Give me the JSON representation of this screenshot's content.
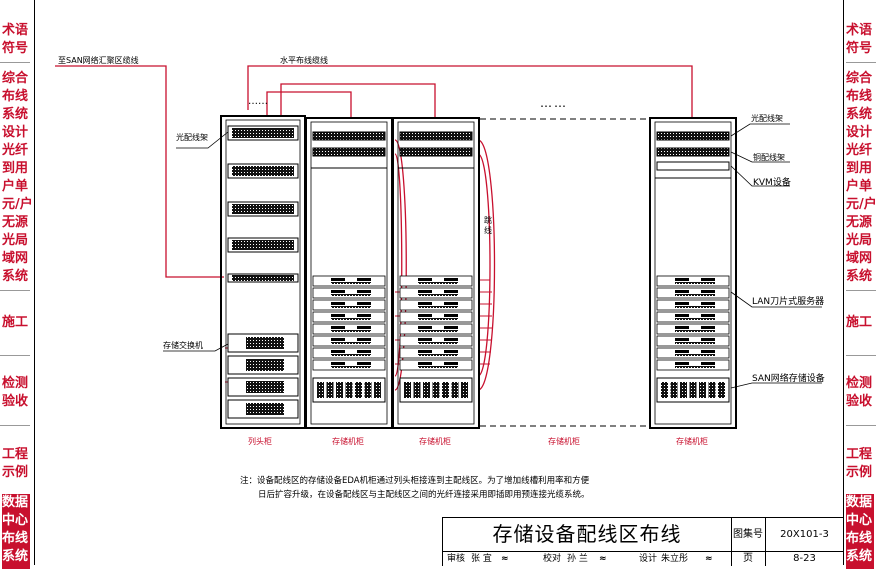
{
  "sidebar_left": {
    "items": [
      {
        "label": "术语\n符号"
      },
      {
        "label": "综合\n布线\n系统\n设计"
      },
      {
        "label": "光纤\n到用\n户单\n元/户"
      },
      {
        "label": "无源\n光局\n域网\n系统"
      },
      {
        "label": "施工"
      },
      {
        "label": "检测\n验收"
      },
      {
        "label": "工程\n示例"
      },
      {
        "label": "数据\n中心\n布线\n系统"
      }
    ],
    "active_index": 7
  },
  "sidebar_right": {
    "items": [
      {
        "label": "术语\n符号"
      },
      {
        "label": "综合\n布线\n系统\n设计"
      },
      {
        "label": "光纤\n到用\n户单\n元/户"
      },
      {
        "label": "无源\n光局\n域网\n系统"
      },
      {
        "label": "施工"
      },
      {
        "label": "检测\n验收"
      },
      {
        "label": "工程\n示例"
      },
      {
        "label": "数据\n中心\n布线\n系统"
      }
    ],
    "active_index": 7
  },
  "diagram": {
    "label_san_cable": "至SAN网络汇聚区缆线",
    "label_horizontal_cable": "水平布线缆线",
    "dots_left": "……",
    "dots_mid": "……",
    "label_fiber_patch_left": "光配线架",
    "label_storage_switch": "存储交换机",
    "label_jumper": "跳线",
    "label_fiber_patch_right": "光配线架",
    "label_copper_patch": "铜配线架",
    "label_kvm": "KVM设备",
    "label_lan_blade": "LAN刀片式服务器",
    "label_san_storage": "SAN网络存储设备",
    "cabinet_labels": [
      "列头柜",
      "存储机柜",
      "存储机柜",
      "存储机柜",
      "存储机柜"
    ]
  },
  "note": {
    "line1": "注：设备配线区的存储设备EDA机柜通过列头柜接连到主配线区。为了增加线槽利用率和方便",
    "line2": "日后扩容升级，在设备配线区与主配线区之间的光纤连接采用即插即用预连接光缆系统。"
  },
  "titleblock": {
    "title": "存储设备配线区布线",
    "atlas_label": "图集号",
    "atlas_no": "20X101-3",
    "page_label": "页",
    "page_no": "8-23",
    "review_label": "审核",
    "reviewer": "张 宜",
    "check_label": "校对",
    "checker": "孙 兰",
    "design_label": "设计",
    "designer": "朱立彤"
  },
  "colors": {
    "accent": "#c8102e",
    "line": "#c8102e",
    "ink": "#000000"
  }
}
